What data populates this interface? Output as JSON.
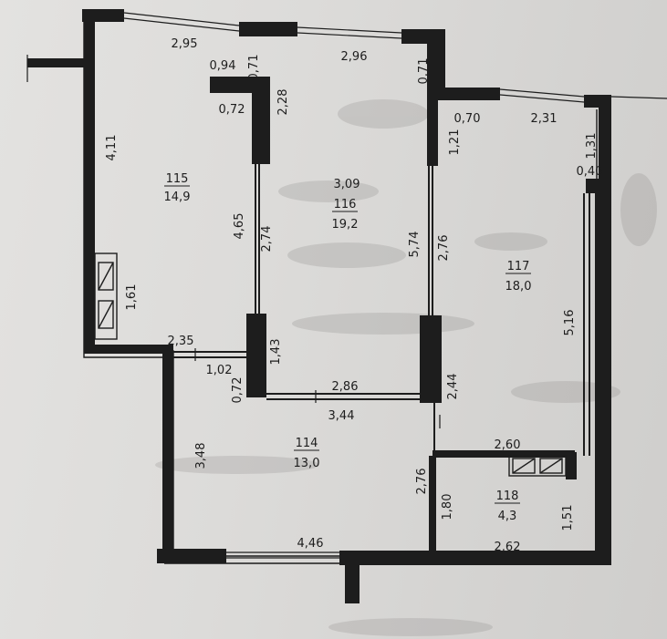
{
  "rooms": {
    "r115": {
      "number": "115",
      "area": "14,9"
    },
    "r116": {
      "number": "116",
      "area": "19,2"
    },
    "r117": {
      "number": "117",
      "area": "18,0"
    },
    "r114": {
      "number": "114",
      "area": "13,0"
    },
    "r118": {
      "number": "118",
      "area": "4,3"
    }
  },
  "dimensions": {
    "d_295": "2,95",
    "d_094": "0,94",
    "d_071a": "0,71",
    "d_296": "2,96",
    "d_071b": "0,71",
    "d_072a": "0,72",
    "d_228": "2,28",
    "d_070": "0,70",
    "d_231": "2,31",
    "d_121": "1,21",
    "d_131": "1,31",
    "d_040": "0,40",
    "d_411": "4,11",
    "d_309": "3,09",
    "d_465": "4,65",
    "d_274": "2,74",
    "d_574": "5,74",
    "d_276a": "2,76",
    "d_161": "1,61",
    "d_235": "2,35",
    "d_102": "1,02",
    "d_072b": "0,72",
    "d_143": "1,43",
    "d_286": "2,86",
    "d_244": "2,44",
    "d_344": "3,44",
    "d_516": "5,16",
    "d_348": "3,48",
    "d_260": "2,60",
    "d_276b": "2,76",
    "d_180": "1,80",
    "d_151": "1,51",
    "d_446": "4,46",
    "d_262": "2,62"
  }
}
